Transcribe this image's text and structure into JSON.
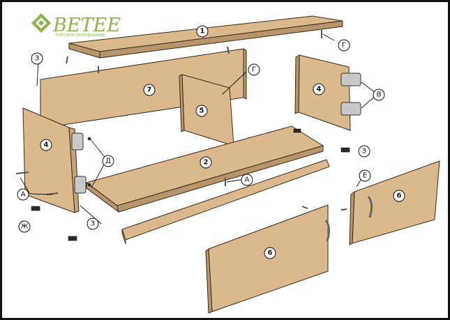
{
  "logo": {
    "name": "BETEE",
    "tagline": "ТОРГОВОЕ ОБОРУДОВАНИЕ",
    "color": "#8ab54a"
  },
  "part_numbers": {
    "top_panel": "1",
    "bottom_panel": "2",
    "side_left": "4",
    "side_right": "4",
    "partition": "5",
    "door_front": "6",
    "door_right": "6",
    "back_panel": "7"
  },
  "hardware_labels": {
    "A": "А",
    "V": "В",
    "G": "Г",
    "D": "Д",
    "E": "Е",
    "Zh": "Ж",
    "Z": "З"
  },
  "colors": {
    "panel": "#dbb98c",
    "edge": "#b8956a",
    "outline": "#3a2a18"
  }
}
